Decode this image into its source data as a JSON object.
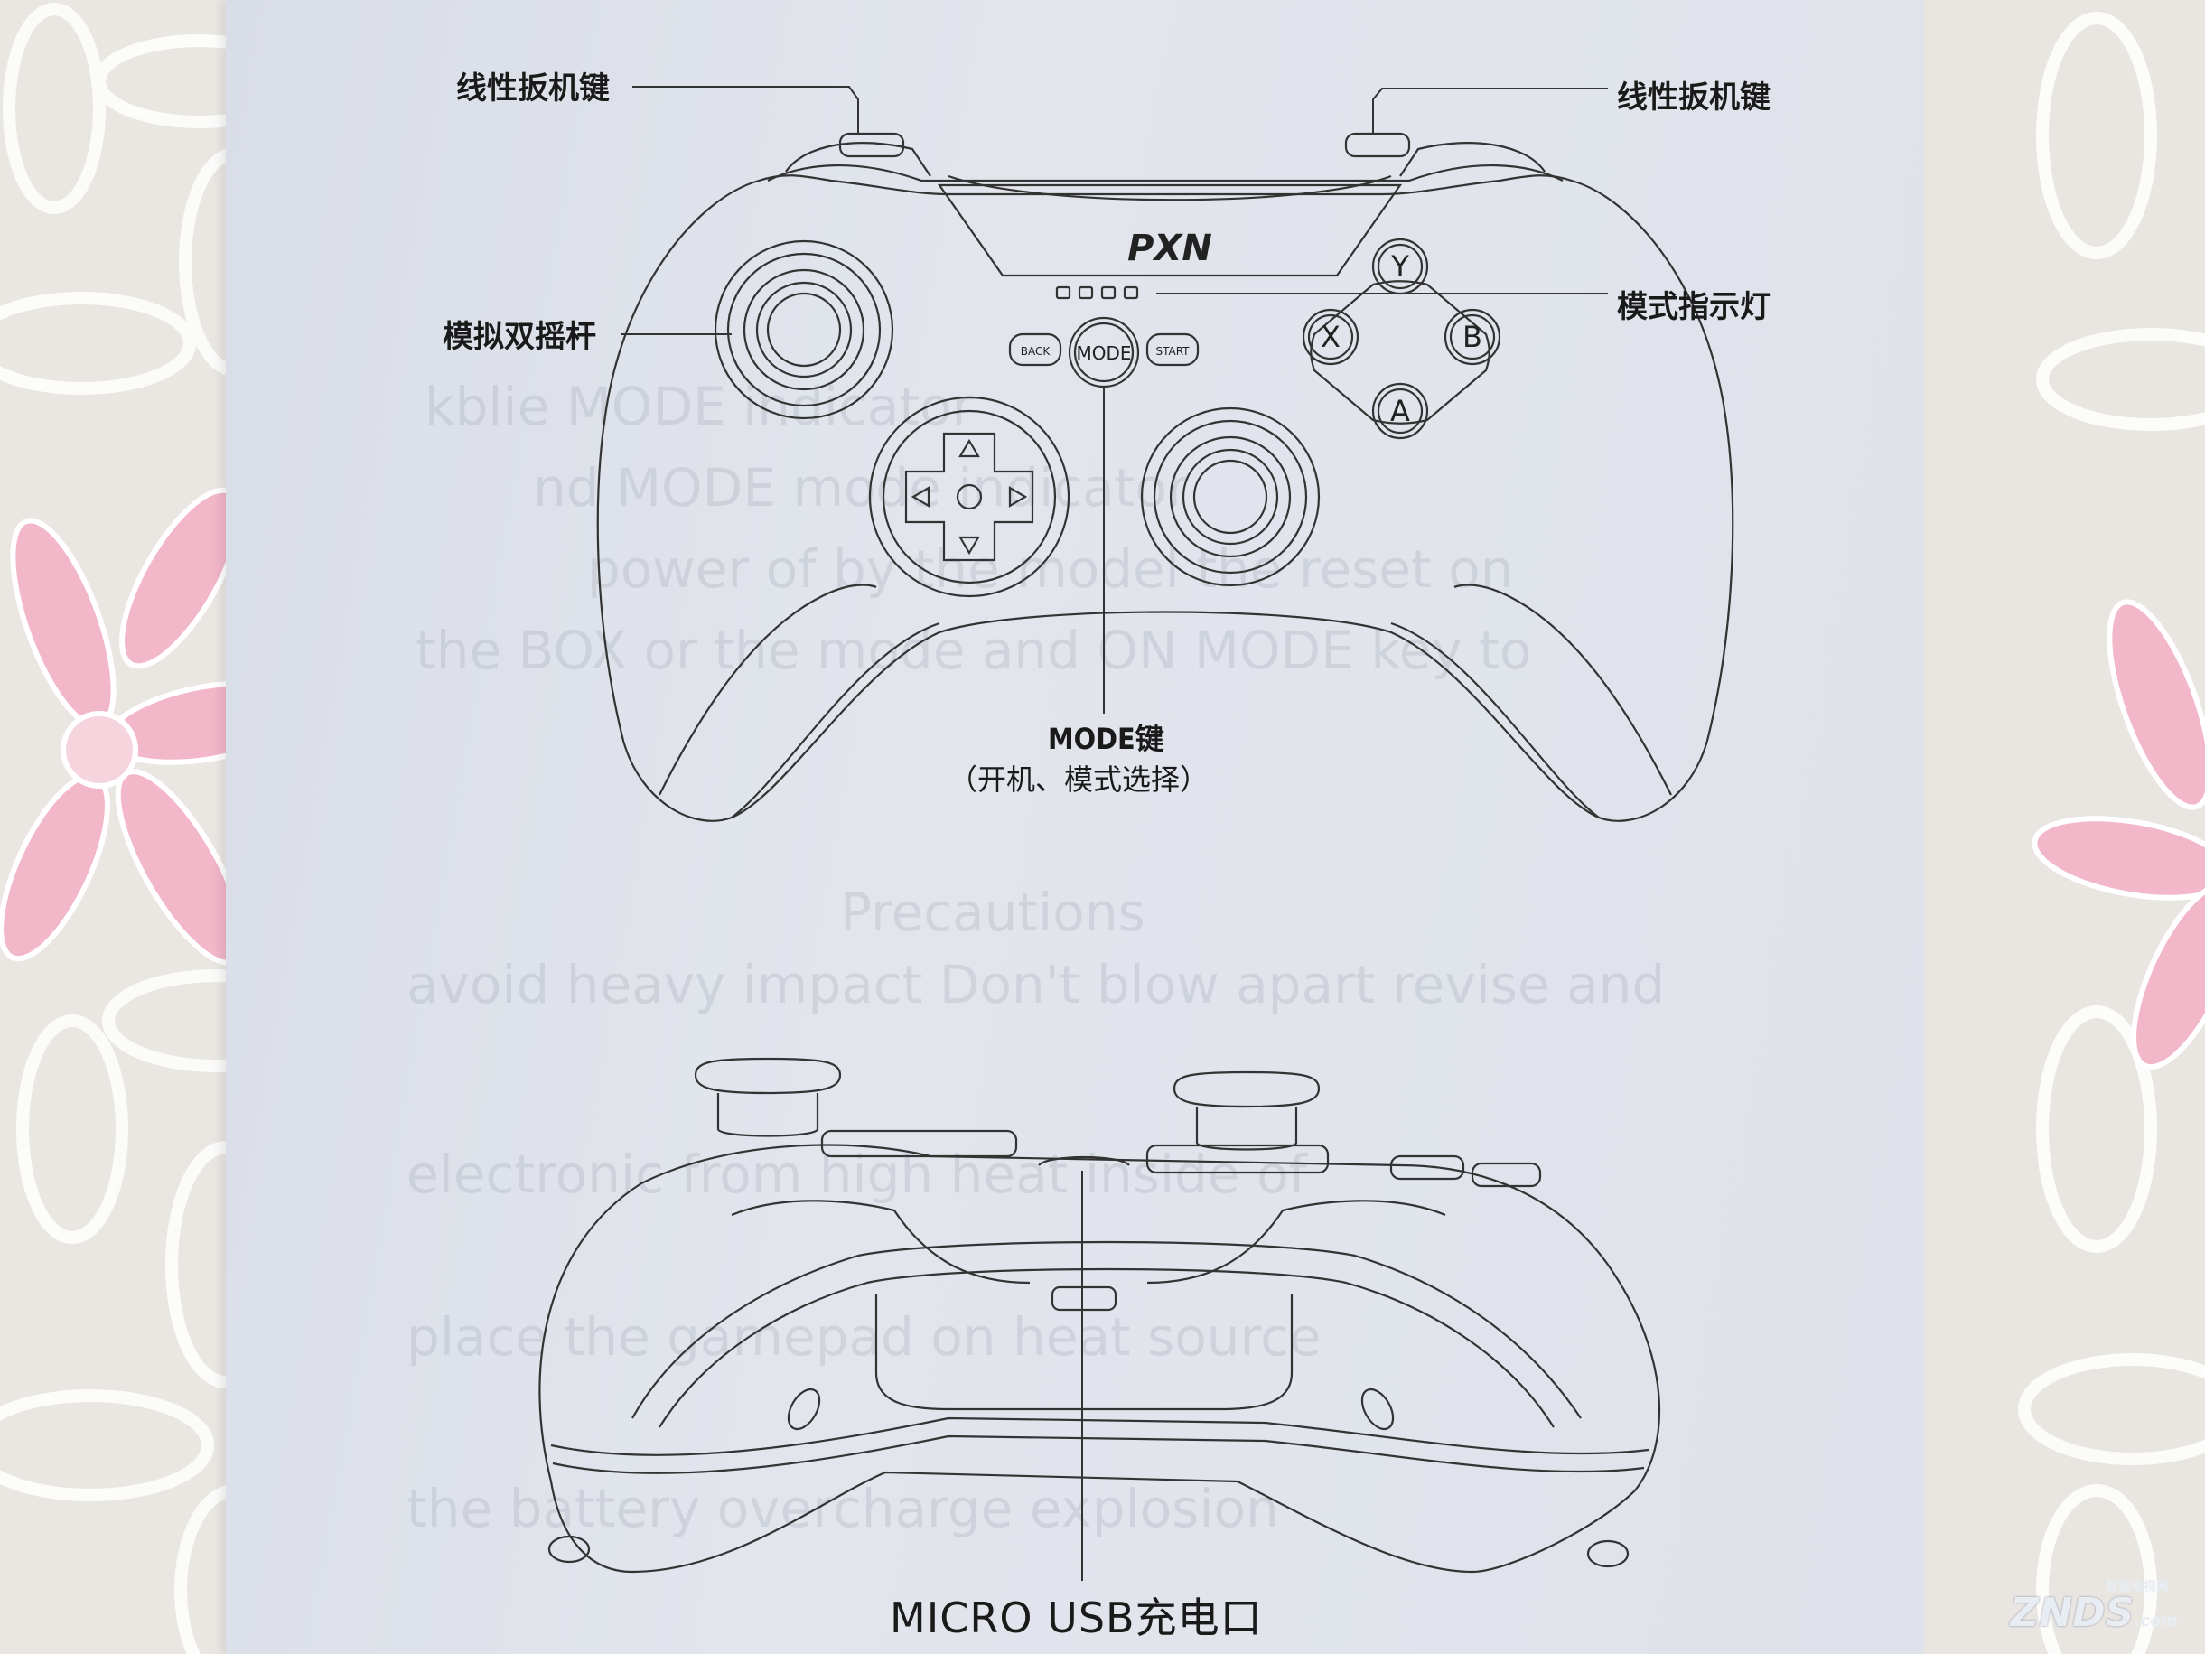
{
  "labels": {
    "left_trigger": "线性扳机键",
    "right_trigger": "线性扳机键",
    "analog_sticks": "模拟双摇杆",
    "mode_indicator": "模式指示灯",
    "mode_key": "MODE键",
    "mode_key_desc": "（开机、模式选择）",
    "micro_usb": "MICRO USB充电口"
  },
  "controller": {
    "brand": "PXN",
    "back": "BACK",
    "mode": "MODE",
    "start": "START",
    "face_buttons": {
      "y": "Y",
      "x": "X",
      "b": "B",
      "a": "A"
    }
  },
  "watermark": {
    "main": "ZNDS",
    "sub": "智能电视网",
    "domain": ".com"
  }
}
